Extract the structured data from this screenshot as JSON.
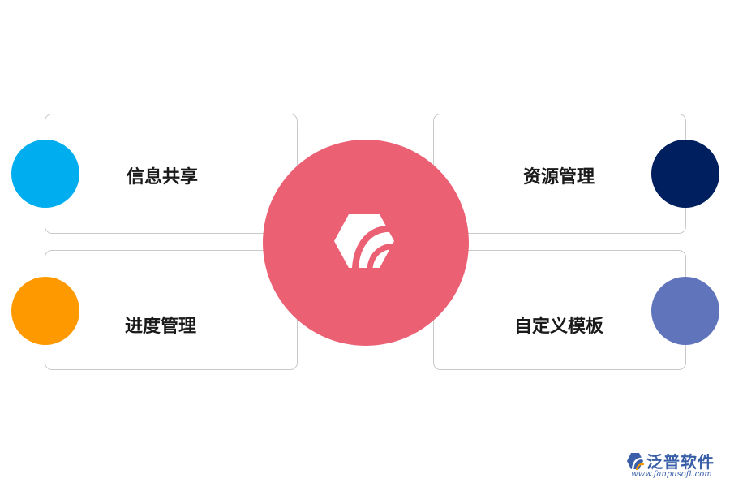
{
  "items": [
    {
      "label": "信息共享",
      "color": "#00aeef"
    },
    {
      "label": "进度管理",
      "color": "#ff9900"
    },
    {
      "label": "资源管理",
      "color": "#001f5e"
    },
    {
      "label": "自定义模板",
      "color": "#6074bc"
    }
  ],
  "hub": {
    "color": "#ec6074",
    "icon": "fanpu-logo-icon"
  },
  "watermark": {
    "name": "泛普软件",
    "url": "www.fanpusoft.com"
  }
}
